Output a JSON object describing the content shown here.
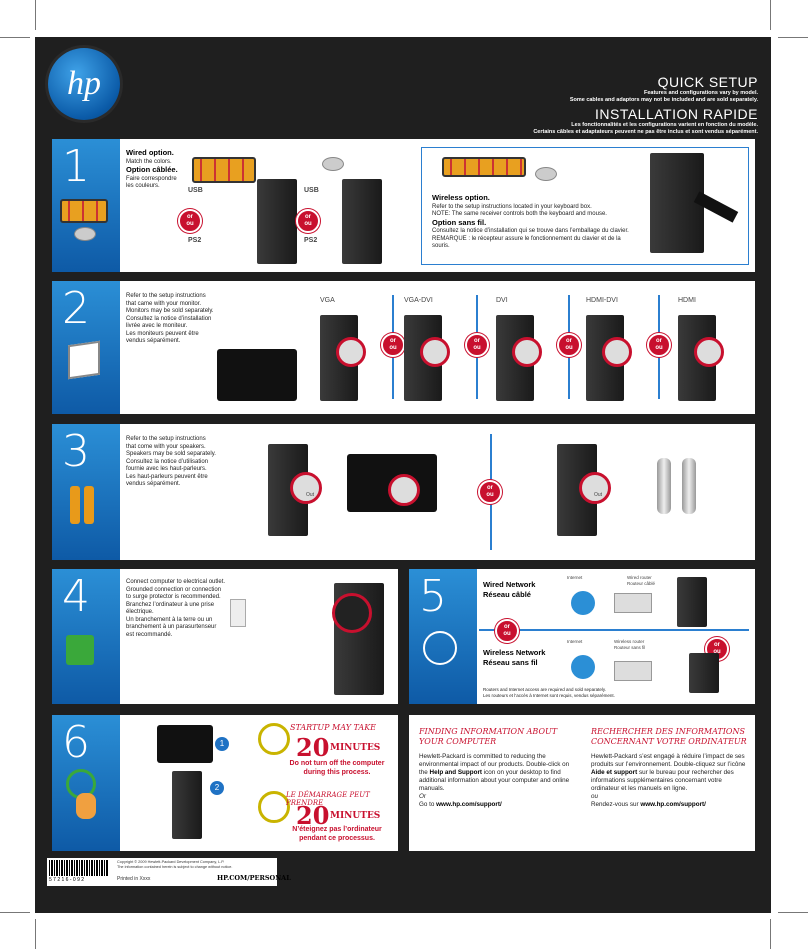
{
  "header": {
    "logo": "hp",
    "quick_setup": "QUICK SETUP",
    "quick_setup_note_1": "Features and configurations vary by model.",
    "quick_setup_note_2": "Some cables and adaptors may not be included and are sold separately.",
    "install_title": "INSTALLATION RAPIDE",
    "install_note_1": "Les fonctionnalités et les configurations varient en fonction du modèle.",
    "install_note_2": "Certains câbles et adaptateurs peuvent ne pas être inclus et sont vendus séparément."
  },
  "step1": {
    "number": "1",
    "wired_title": "Wired option.",
    "wired_text": "Match the colors.",
    "option_title": "Option câblée.",
    "option_text": "Faire correspondre les couleurs.",
    "usb": "USB",
    "ps2": "PS2",
    "or": "or",
    "ou": "ou",
    "wireless_title": "Wireless option.",
    "wireless_text": "Refer to the setup instructions located in your keyboard box.",
    "wireless_note": "NOTE: The same receiver controls both the keyboard and mouse.",
    "sansfil_title": "Option sans fil.",
    "sansfil_text": "Consultez la notice d’installation qui se trouve dans l’emballage du clavier.",
    "sansfil_note": "REMARQUE : le récepteur assure le fonctionnement du clavier et de la souris."
  },
  "step2": {
    "number": "2",
    "text_1": "Refer to the setup instructions that came with your monitor.",
    "text_2": "Monitors may be sold separately.",
    "text_3": "Consultez la notice d’installation livrée avec le moniteur.",
    "text_4": "Les moniteurs peuvent être vendus séparément.",
    "ports": [
      "VGA",
      "VGA-DVI",
      "DVI",
      "HDMI-DVI",
      "HDMI"
    ]
  },
  "step3": {
    "number": "3",
    "text_1": "Refer to the setup instructions that come with your speakers.",
    "text_2": "Speakers may be sold separately.",
    "text_3": "Consultez la notice d’utilisation fournie avec les haut-parleurs.",
    "text_4": "Les haut-parleurs peuvent être vendus séparément.",
    "out": "Out"
  },
  "step4": {
    "number": "4",
    "text_1": "Connect computer to electrical outlet. Grounded connection or connection to surge protector is recommended.",
    "text_2": "Branchez l’ordinateur à une prise électrique.",
    "text_3": "Un branchement à la terre ou un branchement à un parasurtenseur est recommandé."
  },
  "step5": {
    "number": "5",
    "wired_network": "Wired Network",
    "reseau_cable": "Réseau câblé",
    "wireless_network": "Wireless Network",
    "reseau_sans_fil": "Réseau sans fil",
    "internet": "Internet",
    "wired_router": "Wired router",
    "routeur_cable": "Routeur câblé",
    "wireless_router": "Wireless router",
    "routeur_sans_fil": "Routeur sans fil",
    "note_1": "Routers and Internet access are required and sold separately.",
    "note_2": "Les routeurs et l’accès à Internet sont requis, vendus séparément."
  },
  "step6": {
    "number": "6",
    "startup_title": "STARTUP MAY TAKE",
    "startup_minutes": "20",
    "minutes_label": "MINUTES",
    "startup_warning_1": "Do not turn off the computer",
    "startup_warning_2": "during this process.",
    "demarrage_title": "LE DÉMARRAGE PEUT PRENDRE",
    "demarrage_minutes": "20",
    "minutes_label_fr": "MINUTES",
    "demarrage_warning_1": "N’éteignez pas l’ordinateur",
    "demarrage_warning_2": "pendant ce processus.",
    "badge1": "1",
    "badge2": "2"
  },
  "info": {
    "en_title_1": "FINDING INFORMATION ABOUT",
    "en_title_2": "YOUR COMPUTER",
    "en_text_1": "Hewlett-Packard is committed to reducing the environmental impact of our products. Double-click on the",
    "en_help": "Help and Support",
    "en_text_2": "icon on your desktop to find additional information about your computer and online manuals.",
    "en_or": "Or",
    "en_goto": "Go to",
    "en_url": "www.hp.com/support/",
    "fr_title_1": "RECHERCHER DES INFORMATIONS",
    "fr_title_2": "CONCERNANT VOTRE ORDINATEUR",
    "fr_text_1": "Hewlett-Packard s’est engagé à réduire l’impact de ses produits sur l’environnement. Double-cliquez sur l’icône",
    "fr_help": "Aide et support",
    "fr_text_2": "sur le bureau pour rechercher des informations supplémentaires concernant votre ordinateur et les manuels en ligne.",
    "fr_ou": "ou",
    "fr_goto": "Rendez-vous sur",
    "fr_url": "www.hp.com/support/"
  },
  "footer": {
    "copyright_1": "Copyright © 2009 Hewlett-Packard Development Company, L.P.",
    "copyright_2": "The information contained herein is subject to change without notice.",
    "printed": "Printed in Xxxx",
    "barcode_digits": "5 7 2 1 6 - 0 9 2",
    "url": "HP.COM/PERSONAL"
  }
}
